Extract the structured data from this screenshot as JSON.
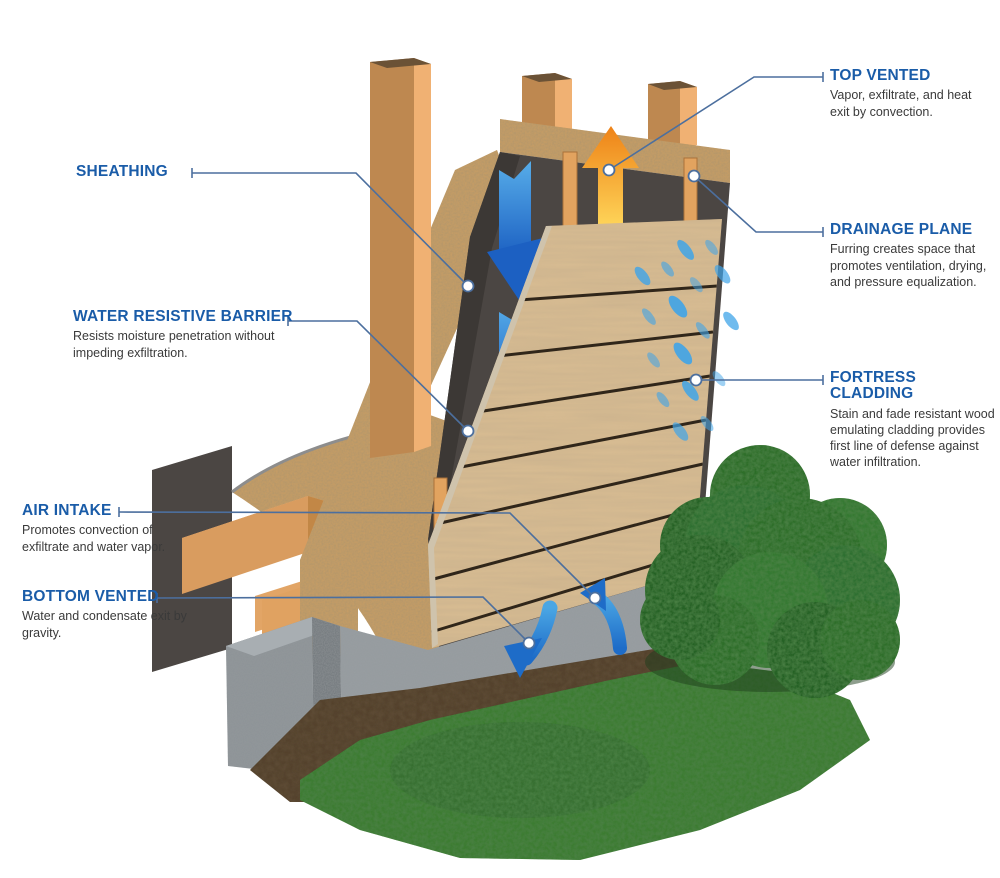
{
  "figure": {
    "type": "wall-assembly-cutaway-diagram",
    "background": "#ffffff"
  },
  "callouts": {
    "top_vented": {
      "title": "TOP VENTED",
      "body": "Vapor, exfiltrate, and heat exit by convection."
    },
    "sheathing": {
      "title": "SHEATHING",
      "body": ""
    },
    "drainage_plane": {
      "title": "DRAINAGE PLANE",
      "body": "Furring creates space that promotes ventilation, drying, and pressure equalization."
    },
    "water_resistive_barrier": {
      "title": "WATER RESISTIVE BARRIER",
      "body": "Resists moisture penetration without impeding exfiltration."
    },
    "fortress_cladding": {
      "title": "FORTRESS CLADDING",
      "body": "Stain and fade resistant wood emulating cladding provides first line of defense against water infiltration."
    },
    "air_intake": {
      "title": "AIR INTAKE",
      "body": "Promotes convection of exfiltrate and water vapor."
    },
    "bottom_vented": {
      "title": "BOTTOM VENTED",
      "body": "Water and condensate exit by gravity."
    }
  },
  "icons": {
    "heat_exit_arrow": "up-arrow-orange",
    "drainage_arrows": "down-arrows-blue",
    "air_intake_arrow": "curved-up-arrow-blue",
    "water_exit_arrow": "curved-down-arrow-blue",
    "rain": "rain-droplets-blue",
    "callout_marker": "white-dot-with-blue-ring"
  },
  "colors": {
    "label_heading": "#1a5ca8",
    "label_body": "#3a3a3a",
    "leader_line": "#4c6f9e",
    "wood_stud_light": "#f0b173",
    "wood_stud_shade": "#be8850",
    "osb_sheathing": "#c49c66",
    "water_resistive_barrier": "#4b4643",
    "furring_strip": "#e2a35f",
    "cladding": "#d7bb92",
    "cladding_gap": "#30261a",
    "concrete": "#949a9e",
    "soil": "#54422f",
    "grass": "#3e7b33",
    "bush": "#2f7030",
    "heat_arrow_top": "#ee8217",
    "heat_arrow_bottom": "#ffd95c",
    "water_arrow_top": "#57ade9",
    "water_arrow_bottom": "#1c60c2",
    "rain_drop": "#3fa4e8"
  }
}
